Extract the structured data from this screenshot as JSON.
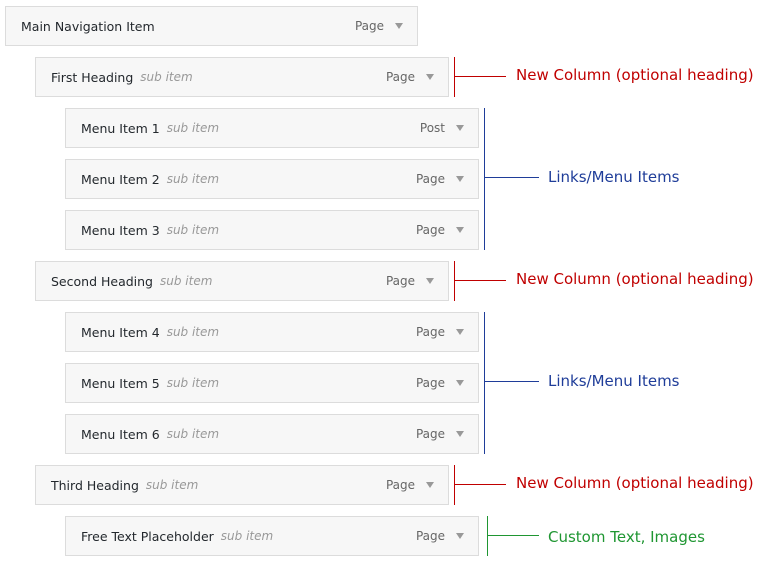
{
  "colors": {
    "heading_annotation": "#c00000",
    "links_annotation": "#1f3d99",
    "custom_annotation": "#1f9632"
  },
  "menu": {
    "items": [
      {
        "title": "Main Navigation Item",
        "sub": "",
        "type": "Page"
      },
      {
        "title": "First Heading",
        "sub": "sub item",
        "type": "Page"
      },
      {
        "title": "Menu Item 1",
        "sub": "sub item",
        "type": "Post"
      },
      {
        "title": "Menu Item 2",
        "sub": "sub item",
        "type": "Page"
      },
      {
        "title": "Menu Item 3",
        "sub": "sub item",
        "type": "Page"
      },
      {
        "title": "Second Heading",
        "sub": "sub item",
        "type": "Page"
      },
      {
        "title": "Menu Item 4",
        "sub": "sub item",
        "type": "Page"
      },
      {
        "title": "Menu Item 5",
        "sub": "sub item",
        "type": "Page"
      },
      {
        "title": "Menu Item 6",
        "sub": "sub item",
        "type": "Page"
      },
      {
        "title": "Third Heading",
        "sub": "sub item",
        "type": "Page"
      },
      {
        "title": "Free Text Placeholder",
        "sub": "sub item",
        "type": "Page"
      }
    ]
  },
  "annotations": {
    "heading1": "New Column (optional heading)",
    "links1": "Links/Menu Items",
    "heading2": "New Column (optional heading)",
    "links2": "Links/Menu Items",
    "heading3": "New Column (optional heading)",
    "custom": "Custom Text, Images"
  }
}
